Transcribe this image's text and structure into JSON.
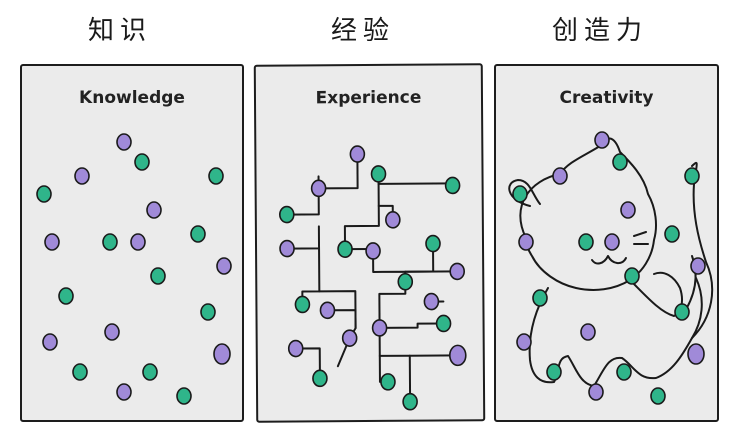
{
  "chinese_titles": [
    "知识",
    "经验",
    "创造力"
  ],
  "panels": [
    {
      "title": "Knowledge"
    },
    {
      "title": "Experience"
    },
    {
      "title": "Creativity"
    }
  ],
  "colors": {
    "green_dot": "#2fb58a",
    "purple_dot": "#a08ad8",
    "dot_outline": "#1a1a1a",
    "line": "#1a1a1a",
    "panel_bg": "#ebebeb"
  }
}
